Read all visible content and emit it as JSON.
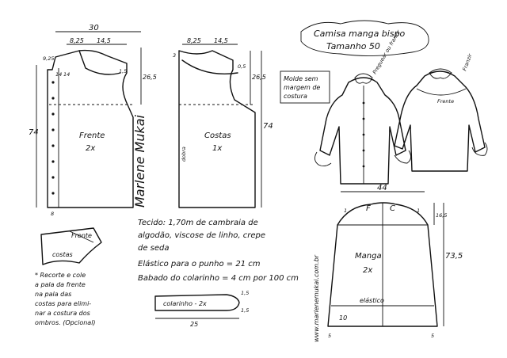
{
  "title": {
    "line1": "Camisa manga bispo",
    "line2": "Tamanho 50"
  },
  "note_top": {
    "l1": "Molde sem",
    "l2": "margem de",
    "l3": "costura"
  },
  "frente": {
    "width": "30",
    "sub1": "8,25",
    "sub2": "14,5",
    "dim_neck": "9,25",
    "d_14a": "14",
    "d_14b": "14",
    "d_15": "1,5",
    "d_265": "26,5",
    "d_74": "74",
    "d_8": "8",
    "label1": "Frente",
    "label2": "2x"
  },
  "costas": {
    "sub1": "8,25",
    "sub2": "14,5",
    "d_3": "3",
    "d_05": "0,5",
    "d_265": "26,5",
    "d_74": "74",
    "fold": "dobra",
    "label1": "Costas",
    "label2": "1x"
  },
  "signature": "Marlene Mukai",
  "fabric": {
    "l1": "Tecido: 1,70m de cambraia de",
    "l2": "algodão, viscose de linho, crepe",
    "l3": "de seda",
    "l4": "Elástico para o punho = 21 cm",
    "l5": "Babado do colarinho = 4 cm por 100 cm"
  },
  "collar_piece": {
    "label": "colarinho - 2x",
    "d_15a": "1,5",
    "d_15b": "1,5",
    "width": "25"
  },
  "yoke_piece": {
    "top": "Frente",
    "bottom": "costas"
  },
  "recorte_note": {
    "l1": "* Recorte e cole",
    "l2": "a pala da frente",
    "l3": "na pala das",
    "l4": "costas para elimi-",
    "l5": "nar a costura dos",
    "l6": "ombros. (Opcional)"
  },
  "side_url": "www.marlenemukai.com.br",
  "sleeve": {
    "width": "44",
    "d_165": "16,5",
    "d_735": "73,5",
    "d_1a": "1",
    "d_1b": "1",
    "d_10": "10",
    "d_5a": "5",
    "d_5b": "5",
    "F": "F",
    "C": "C",
    "label1": "Manga",
    "label2": "2x",
    "elastic": "elástico"
  },
  "shirt_labels": {
    "frente": "Frente",
    "franzir1": "Preguear ou franzir",
    "franzir2": "Franzir"
  }
}
